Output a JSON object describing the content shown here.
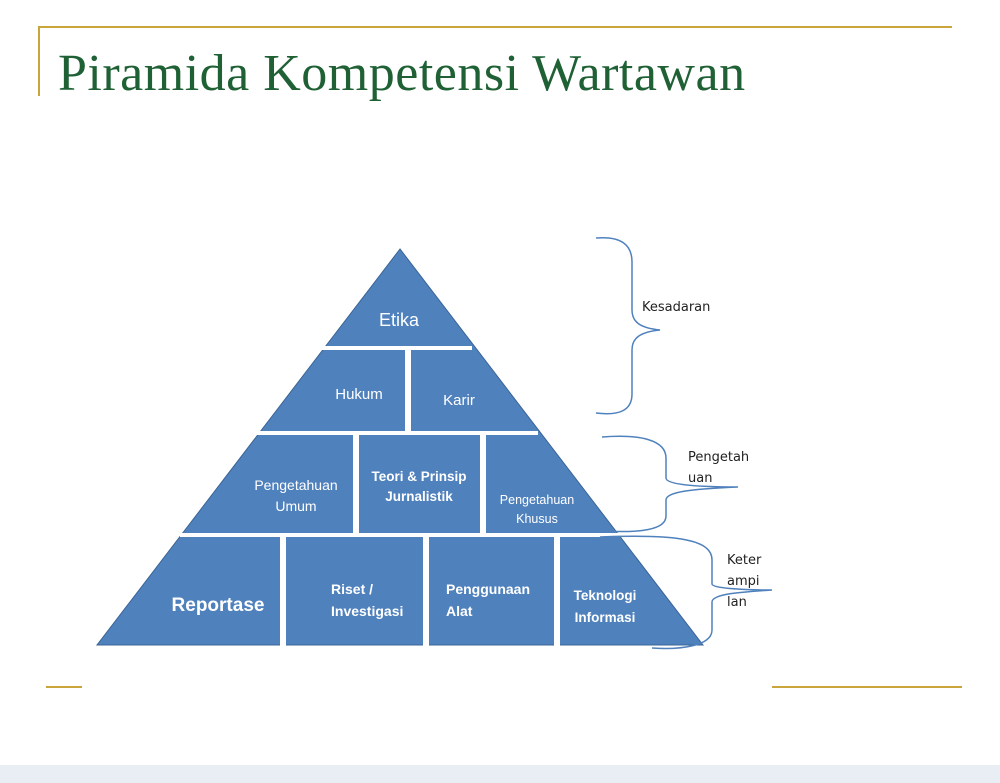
{
  "slide": {
    "title": "Piramida Kompetensi Wartawan"
  },
  "pyramid": {
    "tier1": {
      "etika": "Etika"
    },
    "tier2": {
      "hukum": "Hukum",
      "karir": "Karir"
    },
    "tier3": {
      "umum": [
        "Pengetahuan",
        "Umum"
      ],
      "teori": [
        "Teori & Prinsip",
        "Jurnalistik"
      ],
      "khusus": [
        "Pengetahuan",
        "Khusus"
      ]
    },
    "tier4": {
      "reportase": "Reportase",
      "riset": [
        "Riset /",
        "Investigasi"
      ],
      "alat": [
        "Penggunaan",
        "Alat"
      ],
      "teknologi": [
        "Teknologi",
        "Informasi"
      ]
    }
  },
  "brackets": {
    "kesadaran": "Kesadaran",
    "pengetahuan": [
      "Pengetah",
      "uan"
    ],
    "keterampilan": [
      "Keter",
      "ampi",
      "lan"
    ]
  },
  "colors": {
    "pyramid_fill": "#4f81bd",
    "pyramid_stroke": "#3a6496",
    "title": "#1f6135",
    "accent_line": "#c8a63c"
  }
}
